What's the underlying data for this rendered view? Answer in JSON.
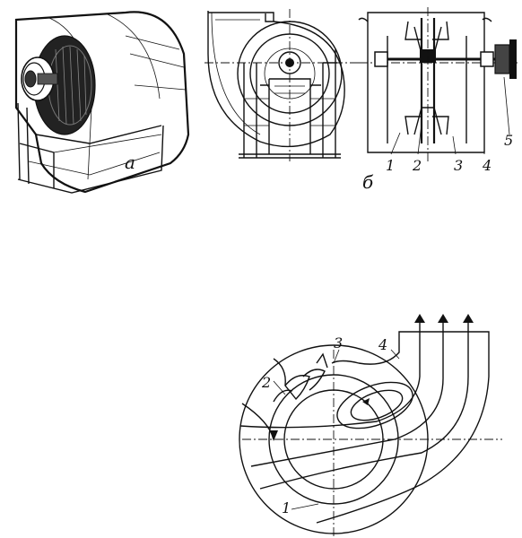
{
  "figure_a": {
    "label": "а"
  },
  "figure_b": {
    "label": "б",
    "parts": [
      "1",
      "2",
      "3",
      "4",
      "5"
    ]
  },
  "figure_c": {
    "parts": [
      "1",
      "2",
      "3",
      "4"
    ]
  }
}
